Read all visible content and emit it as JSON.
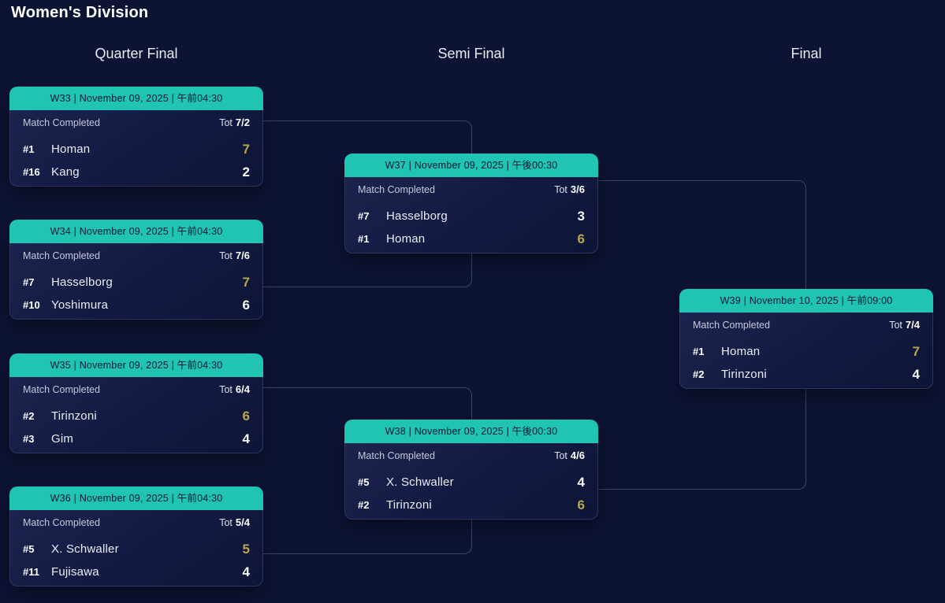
{
  "page": {
    "title": "Women's Division"
  },
  "rounds": [
    {
      "label": "Quarter Final"
    },
    {
      "label": "Semi Final"
    },
    {
      "label": "Final"
    }
  ],
  "matches": [
    {
      "id": "W33",
      "header": "W33 | November 09, 2025 | 午前04:30",
      "date": "November 09, 2025",
      "time": "午前04:30",
      "status": "Match Completed",
      "tot_label": "Tot",
      "tot": "7/2",
      "teams": [
        {
          "seed": "#1",
          "name": "Homan",
          "score": "7",
          "winner": true
        },
        {
          "seed": "#16",
          "name": "Kang",
          "score": "2",
          "winner": false
        }
      ]
    },
    {
      "id": "W34",
      "header": "W34 | November 09, 2025 | 午前04:30",
      "date": "November 09, 2025",
      "time": "午前04:30",
      "status": "Match Completed",
      "tot_label": "Tot",
      "tot": "7/6",
      "teams": [
        {
          "seed": "#7",
          "name": "Hasselborg",
          "score": "7",
          "winner": true
        },
        {
          "seed": "#10",
          "name": "Yoshimura",
          "score": "6",
          "winner": false
        }
      ]
    },
    {
      "id": "W35",
      "header": "W35 | November 09, 2025 | 午前04:30",
      "date": "November 09, 2025",
      "time": "午前04:30",
      "status": "Match Completed",
      "tot_label": "Tot",
      "tot": "6/4",
      "teams": [
        {
          "seed": "#2",
          "name": "Tirinzoni",
          "score": "6",
          "winner": true
        },
        {
          "seed": "#3",
          "name": "Gim",
          "score": "4",
          "winner": false
        }
      ]
    },
    {
      "id": "W36",
      "header": "W36 | November 09, 2025 | 午前04:30",
      "date": "November 09, 2025",
      "time": "午前04:30",
      "status": "Match Completed",
      "tot_label": "Tot",
      "tot": "5/4",
      "teams": [
        {
          "seed": "#5",
          "name": "X. Schwaller",
          "score": "5",
          "winner": true
        },
        {
          "seed": "#11",
          "name": "Fujisawa",
          "score": "4",
          "winner": false
        }
      ]
    },
    {
      "id": "W37",
      "header": "W37 | November 09, 2025 | 午後00:30",
      "date": "November 09, 2025",
      "time": "午後00:30",
      "status": "Match Completed",
      "tot_label": "Tot",
      "tot": "3/6",
      "teams": [
        {
          "seed": "#7",
          "name": "Hasselborg",
          "score": "3",
          "winner": false
        },
        {
          "seed": "#1",
          "name": "Homan",
          "score": "6",
          "winner": true
        }
      ]
    },
    {
      "id": "W38",
      "header": "W38 | November 09, 2025 | 午後00:30",
      "date": "November 09, 2025",
      "time": "午後00:30",
      "status": "Match Completed",
      "tot_label": "Tot",
      "tot": "4/6",
      "teams": [
        {
          "seed": "#5",
          "name": "X. Schwaller",
          "score": "4",
          "winner": false
        },
        {
          "seed": "#2",
          "name": "Tirinzoni",
          "score": "6",
          "winner": true
        }
      ]
    },
    {
      "id": "W39",
      "header": "W39 | November 10, 2025 | 午前09:00",
      "date": "November 10, 2025",
      "time": "午前09:00",
      "status": "Match Completed",
      "tot_label": "Tot",
      "tot": "7/4",
      "teams": [
        {
          "seed": "#1",
          "name": "Homan",
          "score": "7",
          "winner": true
        },
        {
          "seed": "#2",
          "name": "Tirinzoni",
          "score": "4",
          "winner": false
        }
      ]
    }
  ],
  "colors": {
    "background": "#0d1333",
    "card_header": "#1fc4b2",
    "card_header_text": "#0c1733",
    "card_body_top": "#1c234e",
    "card_body_bottom": "#0e1537",
    "card_border": "#2e3660",
    "connector": "#3d4566",
    "text_primary": "#ffffff",
    "text_muted": "#c4cad9",
    "winner_score": "#b9a64d"
  }
}
